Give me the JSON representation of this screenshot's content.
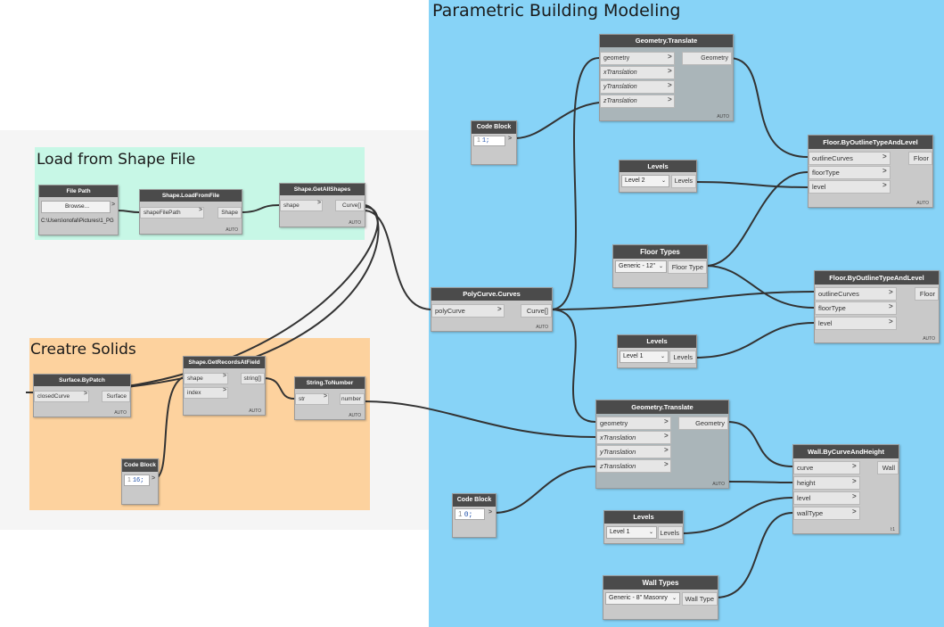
{
  "groups": {
    "parametric": {
      "title": "Parametric Building Modeling",
      "color": "#87d3f7"
    },
    "load": {
      "title": "Load from Shape File",
      "color": "#c7f7e6"
    },
    "solids": {
      "title": "Creatre Solids",
      "color": "#fdd29e"
    }
  },
  "nodes": {
    "file_path": {
      "title": "File Path",
      "button": "Browse...",
      "arrow": ">",
      "path": "C:\\Users\\onofal\\Pictures\\1_PG"
    },
    "load_from_file": {
      "title": "Shape.LoadFromFile",
      "in1": "shapeFilePath",
      "out": "Shape",
      "auto": "AUTO"
    },
    "get_all_shapes": {
      "title": "Shape.GetAllShapes",
      "in1": "shape",
      "out": "Curve[]",
      "auto": "AUTO"
    },
    "surface_by_patch": {
      "title": "Surface.ByPatch",
      "in1": "closedCurve",
      "out": "Surface",
      "auto": "AUTO"
    },
    "get_records": {
      "title": "Shape.GetRecordsAtField",
      "in1": "shape",
      "in2": "index",
      "out": "string[]",
      "auto": "AUTO"
    },
    "string_to_number": {
      "title": "String.ToNumber",
      "in1": "str",
      "out": "number",
      "auto": "AUTO"
    },
    "code_block_1": {
      "title": "Code Block",
      "line": "1",
      "code": "1;",
      "out": ">"
    },
    "code_block_16": {
      "title": "Code Block",
      "line": "1",
      "code": "16;",
      "out": ">"
    },
    "code_block_0": {
      "title": "Code Block",
      "line": "1",
      "code": "0;",
      "out": ">"
    },
    "translate_top": {
      "title": "Geometry.Translate",
      "in1": "geometry",
      "in2": "xTranslation",
      "in3": "yTranslation",
      "in4": "zTranslation",
      "out": "Geometry",
      "auto": "AUTO"
    },
    "translate_bottom": {
      "title": "Geometry.Translate",
      "in1": "geometry",
      "in2": "xTranslation",
      "in3": "yTranslation",
      "in4": "zTranslation",
      "out": "Geometry",
      "auto": "AUTO"
    },
    "polycurve": {
      "title": "PolyCurve.Curves",
      "in1": "polyCurve",
      "out": "Curve[]",
      "auto": "AUTO"
    },
    "levels_2": {
      "title": "Levels",
      "value": "Level 2",
      "out": "Levels"
    },
    "levels_1a": {
      "title": "Levels",
      "value": "Level 1",
      "out": "Levels"
    },
    "levels_1b": {
      "title": "Levels",
      "value": "Level 1",
      "out": "Levels"
    },
    "floor_types": {
      "title": "Floor Types",
      "value": "Generic - 12\"",
      "out": "Floor Type"
    },
    "wall_types": {
      "title": "Wall Types",
      "value": "Generic - 8\" Masonry",
      "out": "Wall Type"
    },
    "floor_top": {
      "title": "Floor.ByOutlineTypeAndLevel",
      "in1": "outlineCurves",
      "in2": "floorType",
      "in3": "level",
      "out": "Floor",
      "auto": "AUTO"
    },
    "floor_mid": {
      "title": "Floor.ByOutlineTypeAndLevel",
      "in1": "outlineCurves",
      "in2": "floorType",
      "in3": "level",
      "out": "Floor",
      "auto": "AUTO"
    },
    "wall": {
      "title": "Wall.ByCurveAndHeight",
      "in1": "curve",
      "in2": "height",
      "in3": "level",
      "in4": "wallType",
      "out": "Wall",
      "auto": "l:1"
    }
  },
  "icons": {
    "port_arrow": "chevron-right-icon",
    "dropdown": "chevron-down-icon"
  }
}
